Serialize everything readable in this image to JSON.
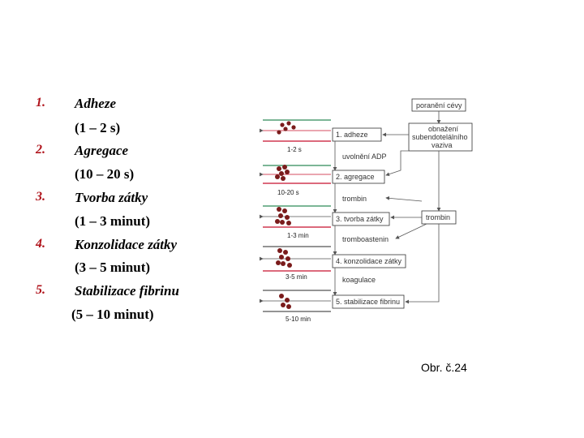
{
  "steps": [
    {
      "number": "1.",
      "title": "Adheze",
      "duration": "(1 – 2 s)"
    },
    {
      "number": "2.",
      "title": "Agregace",
      "duration": "(10 – 20 s)"
    },
    {
      "number": "3.",
      "title": "Tvorba zátky",
      "duration": "(1 – 3 minut)"
    },
    {
      "number": "4.",
      "title": "Konzolidace zátky",
      "duration": "(3 – 5 minut)"
    },
    {
      "number": "5.",
      "title": "Stabilizace fibrinu",
      "duration": "(5 – 10 minut)"
    }
  ],
  "figure": {
    "top_box": "poranění cévy",
    "exposure_box_line1": "obnažení",
    "exposure_box_line2": "subendotelálního",
    "exposure_box_line3": "vaziva",
    "stage_boxes": [
      "1. adheze",
      "2. agregace",
      "3. tvorba zátky",
      "4. konzolidace zátky",
      "5. stabilizace fibrinu"
    ],
    "times": [
      "1-2 s",
      "10-20 s",
      "1-3 min",
      "3-5 min",
      "5-10 min"
    ],
    "mediators": [
      "uvolnění ADP",
      "trombin",
      "tromboastenin",
      "koagulace"
    ],
    "thrombin_box": "trombin"
  },
  "caption": "Obr. č.24",
  "colors": {
    "number": "#b0141c",
    "cell": "#7a1b1b",
    "vessel_red": "#c8102e",
    "vessel_green": "#2e8b57"
  }
}
